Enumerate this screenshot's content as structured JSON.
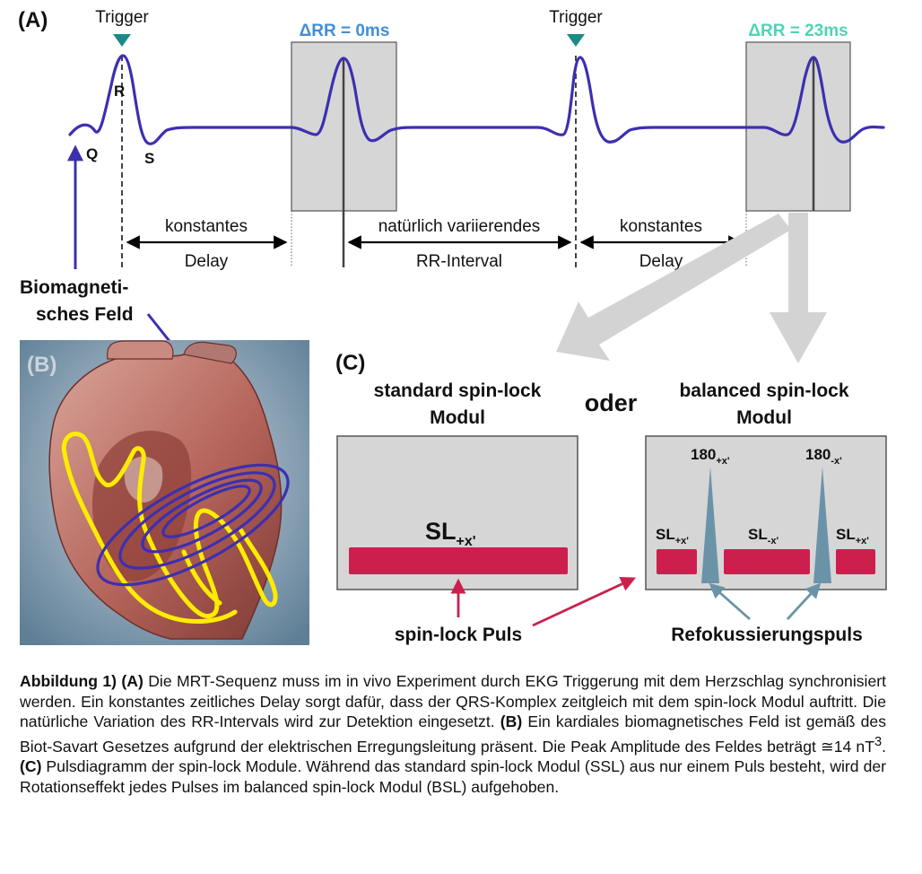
{
  "panel_a": {
    "label": "(A)",
    "trigger_1": "Trigger",
    "trigger_2": "Trigger",
    "delta_rr_1": "ΔRR = 0ms",
    "delta_rr_2": "ΔRR = 23ms",
    "wave_r": "R",
    "wave_q": "Q",
    "wave_s": "S",
    "interval_1_line1": "konstantes",
    "interval_1_line2": "Delay",
    "interval_2_line1": "natürlich variierendes",
    "interval_2_line2": "RR-Interval",
    "interval_3_line1": "konstantes",
    "interval_3_line2": "Delay",
    "field_label_line1": "Biomagneti-",
    "field_label_line2": "sches Feld"
  },
  "panel_b": {
    "label": "(B)"
  },
  "panel_c": {
    "label": "(C)",
    "ssl_title_line1": "standard spin-lock",
    "ssl_title_line2": "Modul",
    "oder": "oder",
    "bsl_title_line1": "balanced spin-lock",
    "bsl_title_line2": "Modul",
    "ssl_pulse_label": "SL",
    "ssl_pulse_sub": "+x'",
    "bsl_pulse_1": "SL",
    "bsl_pulse_1_sub": "+x'",
    "bsl_pulse_2": "SL",
    "bsl_pulse_2_sub": "-x'",
    "bsl_pulse_3": "SL",
    "bsl_pulse_3_sub": "+x'",
    "refocus_1": "180",
    "refocus_1_sub": "+x'",
    "refocus_2": "180",
    "refocus_2_sub": "-x'",
    "spin_lock_puls": "spin-lock Puls",
    "refokussierungspuls": "Refokussierungspuls"
  },
  "caption": {
    "t1": "Abbildung 1) (A)",
    "t2": " Die MRT-Sequenz muss im in vivo Experiment durch EKG Triggerung mit dem Herzschlag synchronisiert werden. Ein konstantes zeitliches Delay sorgt dafür, dass der QRS-Komplex zeitgleich mit dem spin-lock Modul auftritt. Die natürliche Variation des RR-Intervals wird zur Detektion eingesetzt. ",
    "t3": "(B)",
    "t4": " Ein kardiales biomagnetisches Feld ist gemäß des Biot-Savart Gesetzes aufgrund der elektrischen Erregungsleitung präsent. Die Peak Amplitude des Feldes beträgt ≅14 nT",
    "t4_sup": "3",
    "t5": ". ",
    "t6": "(C)",
    "t7": " Pulsdiagramm der spin-lock Module. Während das standard spin-lock Modul (SSL) aus nur einem Puls besteht, wird der Rotationseffekt jedes Pulses im balanced spin-lock Modul (BSL) aufgehoben."
  },
  "colors": {
    "ecg_line": "#3d2fb0",
    "trigger_marker": "#1a8a86",
    "delta_rr_1": "#3f8fd6",
    "delta_rr_2": "#4fd3b5",
    "module_box": "#d6d6d6",
    "sl_pulse": "#cc1f4e",
    "refocus_pulse": "#6b93a8",
    "big_arrow": "#d3d3d3",
    "heart_outline": "#ffec00"
  }
}
